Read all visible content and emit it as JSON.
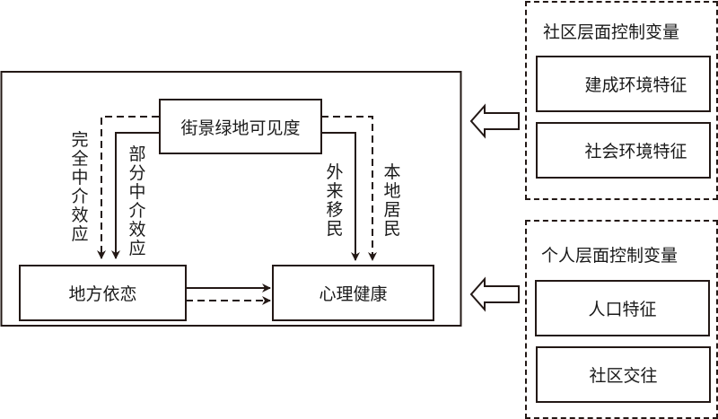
{
  "colors": {
    "line": "#231815",
    "background": "#ffffff"
  },
  "main_model": {
    "independent": "街景绿地可见度",
    "mediator": "地方依恋",
    "outcome": "心理健康",
    "left_labels": {
      "full_mediation": "完全中介效应",
      "partial_mediation": "部分中介效应"
    },
    "right_labels": {
      "migrants": "外来移民",
      "locals": "本地居民"
    }
  },
  "legend_semantics": {
    "solid_line": "外来移民 / 部分中介效应",
    "dashed_line": "本地居民 / 完全中介效应"
  },
  "control_groups": [
    {
      "title": "社区层面控制变量",
      "items": [
        "建成环境特征",
        "社会环境特征"
      ]
    },
    {
      "title": "个人层面控制变量",
      "items": [
        "人口特征",
        "社区交往"
      ]
    }
  ]
}
